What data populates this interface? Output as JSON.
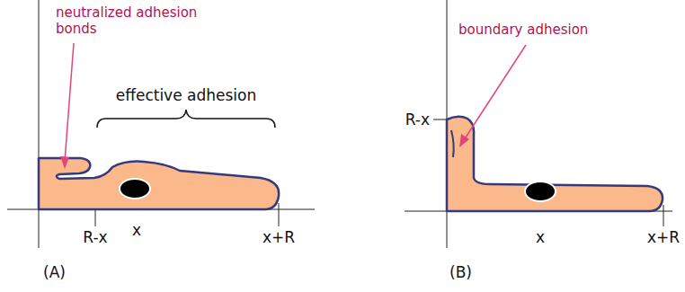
{
  "diagram": {
    "labels": [
      "neutralized adhesion bonds",
      "effective adhesion",
      "R-x",
      "x",
      "x+R",
      "(A)",
      "boundary adhesion",
      "R-x",
      "x",
      "x+R",
      "(B)"
    ]
  }
}
